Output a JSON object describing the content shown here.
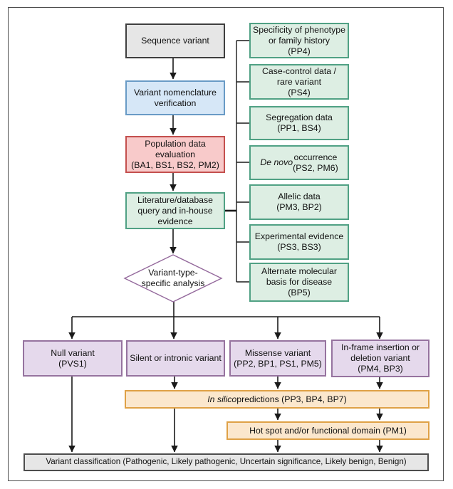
{
  "flow": {
    "sequence_variant": "Sequence variant",
    "nomenclature": "Variant nomenclature\nverification",
    "population": "Population data\nevaluation\n(BA1, BS1, BS2, PM2)",
    "literature": "Literature/database\nquery and in-house\nevidence",
    "decision": "Variant-type-\nspecific analysis"
  },
  "evidence_boxes": [
    {
      "label": "Specificity of phenotype\nor family history\n(PP4)"
    },
    {
      "label": "Case-control data /\nrare variant\n(PS4)"
    },
    {
      "label": "Segregation data\n(PP1, BS4)"
    },
    {
      "italic": "De novo",
      "rest": " occurrence\n(PS2, PM6)"
    },
    {
      "label": "Allelic data\n(PM3, BP2)"
    },
    {
      "label": "Experimental evidence\n(PS3, BS3)"
    },
    {
      "label": "Alternate molecular\nbasis for disease\n(BP5)"
    }
  ],
  "variant_types": [
    {
      "label": "Null variant\n(PVS1)"
    },
    {
      "label": "Silent or intronic variant"
    },
    {
      "label": "Missense variant\n(PP2, BP1, PS1, PM5)"
    },
    {
      "label": "In-frame insertion or\ndeletion variant\n(PM4, BP3)"
    }
  ],
  "predictions": {
    "italic": "In silico",
    "rest": " predictions (PP3, BP4, BP7)"
  },
  "hotspot": "Hot spot and/or functional domain (PM1)",
  "classification": "Variant classification (Pathogenic, Likely pathogenic, Uncertain significance, Likely benign, Benign)",
  "colors": {
    "gray_fill": "#e6e6e6",
    "gray_border": "#3f3f3f",
    "blue_fill": "#d6e7f7",
    "blue_border": "#699bc6",
    "red_fill": "#f8caca",
    "red_border": "#c4504e",
    "green_fill": "#ddeee3",
    "green_border": "#50a184",
    "purple_fill": "#e5d9ec",
    "purple_border": "#96739f",
    "orange_fill": "#fbe7cd",
    "orange_border": "#dfa146",
    "line": "#1a1a1a"
  }
}
